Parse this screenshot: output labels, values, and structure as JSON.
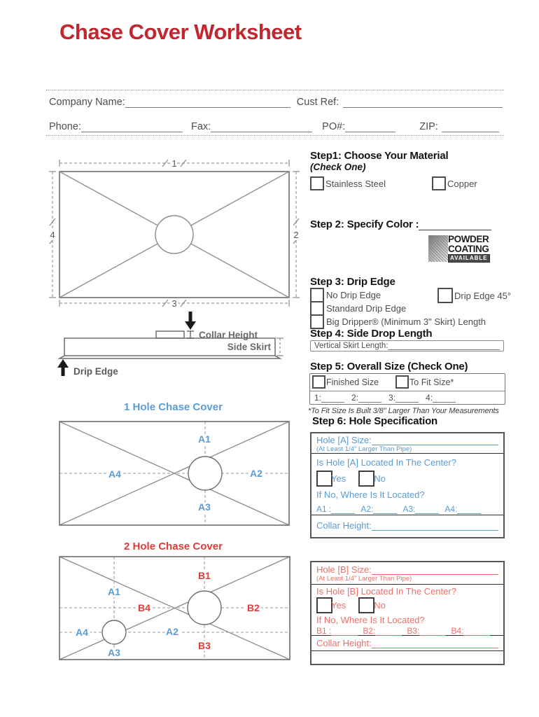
{
  "title": "Chase Cover Worksheet",
  "contact": {
    "company": "Company Name:",
    "cust_ref": "Cust Ref:",
    "phone": "Phone:",
    "fax": "Fax:",
    "po": "PO#:",
    "zip": "ZIP:"
  },
  "steps": {
    "step1": {
      "title": "Step1: Choose Your Material",
      "subtitle": "(Check One)",
      "opt1": "Stainless Steel",
      "opt2": "Copper"
    },
    "step2": {
      "title": "Step 2: Specify Color :",
      "logo1": "POWDER",
      "logo2": "COATING",
      "logo3": "AVAILABLE"
    },
    "step3": {
      "title": "Step 3: Drip Edge",
      "opt1": "No Drip Edge",
      "opt2": "Standard Drip Edge",
      "opt3": "Big Dripper® (Minimum 3\" Skirt) Length",
      "opt4": "Drip Edge 45°"
    },
    "step4": {
      "title": "Step 4: Side Drop Length",
      "field": "Vertical Skirt Length:"
    },
    "step5": {
      "title": "Step 5: Overall Size (Check One)",
      "opt1": "Finished Size",
      "opt2": "To Fit Size*",
      "m1": "1:",
      "m2": "2:",
      "m3": "3:",
      "m4": "4:",
      "footnote": "*To Fit Size Is Built 3/8\" Larger Than Your Measurements"
    },
    "step6": {
      "title": "Step 6: Hole Specification"
    }
  },
  "hole_a": {
    "size": "Hole [A] Size:",
    "note": "(At Least 1/4\" Larger Than Pipe)",
    "center_q": "Is Hole [A] Located In The Center?",
    "yes": "Yes",
    "no": "No",
    "where_q": "If No, Where Is It Located?",
    "c1": "A1 :",
    "c2": "A2:",
    "c3": "A3:",
    "c4": "A4:",
    "collar": "Collar Height:"
  },
  "hole_b": {
    "size": "Hole [B] Size:",
    "note": "(At Least 1/4\" Larger Than Pipe)",
    "center_q": "Is Hole [B] Located In The Center?",
    "yes": "Yes",
    "no": "No",
    "where_q": "If No, Where Is It Located?",
    "c1": "B1 :",
    "c2": "B2:",
    "c3": "B3:",
    "c4": "B4:",
    "collar": "Collar Height:"
  },
  "diagrams": {
    "dim": {
      "d1": "1",
      "d2": "2",
      "d3": "3",
      "d4": "4"
    },
    "profile": {
      "collar": "Collar Height",
      "skirt": "Side Skirt",
      "drip": "Drip Edge"
    },
    "one_hole": {
      "title": "1 Hole Chase Cover",
      "a1": "A1",
      "a2": "A2",
      "a3": "A3",
      "a4": "A4"
    },
    "two_hole": {
      "title": "2 Hole Chase Cover",
      "a1": "A1",
      "a2": "A2",
      "a3": "A3",
      "a4": "A4",
      "b1": "B1",
      "b2": "B2",
      "b3": "B3",
      "b4": "B4"
    }
  },
  "colors": {
    "title_red": "#c2262e",
    "blue": "#5b9bd5",
    "red": "#e23c38",
    "salmon": "#ef6f6a"
  }
}
